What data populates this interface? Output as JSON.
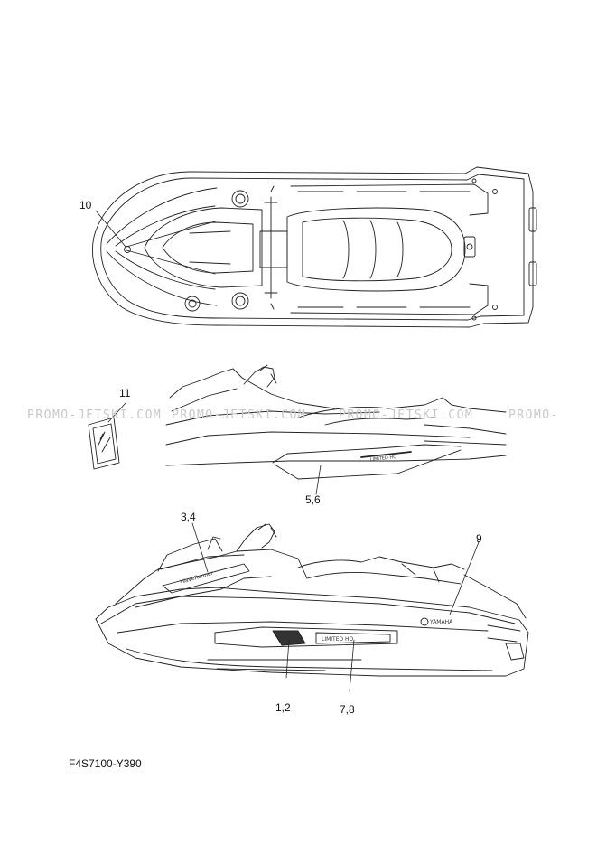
{
  "callouts": {
    "c10": "10",
    "c11": "11",
    "c56": "5,6",
    "c34": "3,4",
    "c9": "9",
    "c12": "1,2",
    "c78": "7,8"
  },
  "watermarks": [
    "PROMO-JETSKI.COM",
    "PROMO-JETSKI.COM",
    "PROMO-JETSKI.COM",
    "PROMO-"
  ],
  "decals": {
    "brand": "YAMAHA",
    "model": "WaveRunner",
    "limited": "LIMITED HO"
  },
  "document_code": "F4S7100-Y390"
}
